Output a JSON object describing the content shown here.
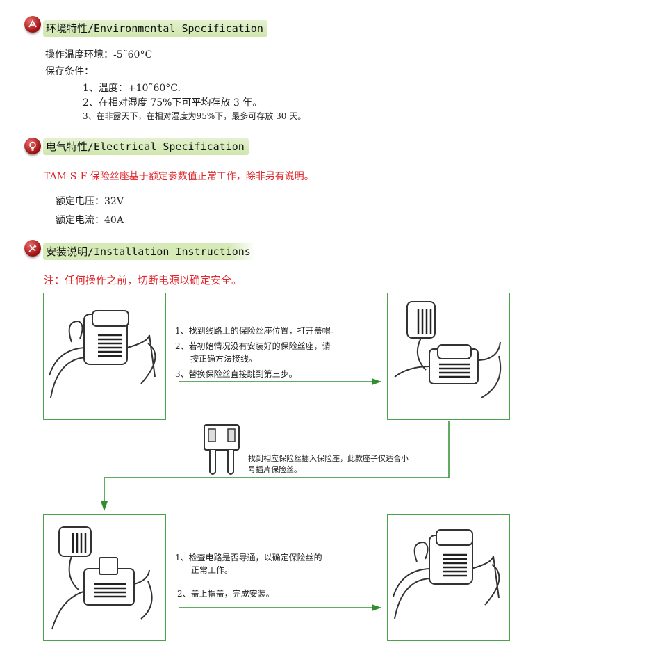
{
  "environmental": {
    "title": "环境特性/Environmental Specification",
    "operating_temp": "操作温度环境：-5˜60°C",
    "storage_label": "保存条件：",
    "storage_items": [
      "1、温度：+10˜60°C.",
      "2、在相对湿度 75%下可平均存放 3 年。",
      "3、在非露天下，在相对湿度为95%下，最多可存放 30 天。"
    ]
  },
  "electrical": {
    "title": "电气特性/Electrical Specification",
    "note": "TAM-S-F 保险丝座基于额定参数值正常工作，除非另有说明。",
    "rated_voltage": "额定电压：32V",
    "rated_current": "额定电流：40A"
  },
  "installation": {
    "title": "安装说明/Installation Instructions",
    "warning": "注：任何操作之前，切断电源以确定安全。",
    "step1": {
      "lines": [
        "1、找到线路上的保险丝座位置，打开盖帽。",
        "2、若初始情况没有安装好的保险丝座，请",
        "按正确方法接线。",
        "3、替换保险丝直接跳到第三步。"
      ]
    },
    "step2": {
      "lines": [
        "找到相应保险丝插入保险座，此款座子仅适合小",
        "号插片保险丝。"
      ]
    },
    "step3": {
      "lines": [
        "1、检查电路是否导通，以确定保险丝的",
        "正常工作。",
        "2、盖上帽盖，完成安装。"
      ]
    }
  },
  "colors": {
    "accent_red": "#e0262a",
    "frame_green": "#4aa24a",
    "pill_green": "#d6eab8",
    "icon_red": "#9b0f0f"
  }
}
